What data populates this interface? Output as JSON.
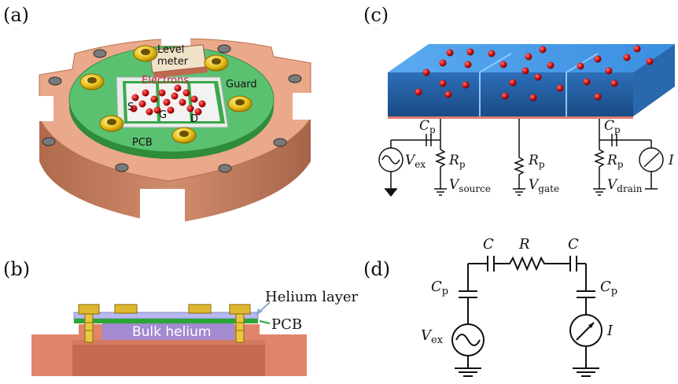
{
  "panels": {
    "a": {
      "label": "(a)",
      "level": "Level",
      "meter": "meter",
      "electrons": "Electrons",
      "guard": "Guard",
      "s": "S",
      "g": "G",
      "d": "D",
      "pcb": "PCB"
    },
    "b": {
      "label": "(b)",
      "helium_layer": "Helium layer",
      "bulk_helium": "Bulk helium",
      "pcb": "PCB"
    },
    "c": {
      "label": "(c)",
      "v_main": "V",
      "r_main": "R",
      "c_main": "C",
      "i_label": "I",
      "sub_ex": "ex",
      "sub_p": "p",
      "sub_source": "source",
      "sub_gate": "gate",
      "sub_drain": "drain"
    },
    "d": {
      "label": "(d)",
      "c_main": "C",
      "r_label": "R",
      "v_main": "V",
      "i_label": "I",
      "sub_ex": "ex",
      "sub_p": "p"
    }
  },
  "colors": {
    "copper": "#e8a888",
    "copper_dark": "#c07c60",
    "pcb_green": "#3cb84a",
    "gold": "#e8c018",
    "electron_red": "#d01818",
    "helium_blue": "#4a9ee8",
    "helium_dark": "#1a4a80",
    "wire": "#111111"
  }
}
